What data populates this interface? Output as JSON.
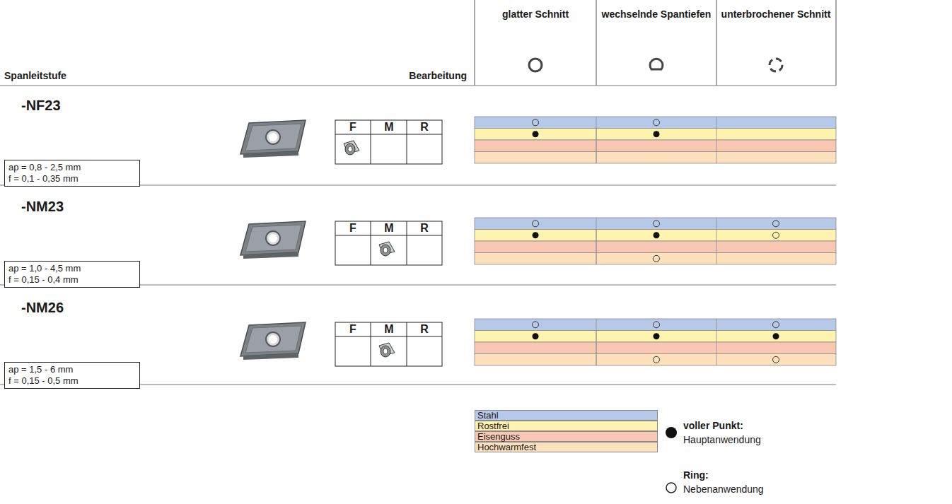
{
  "diagram": {
    "nodes": [
      {
        "text": [
          "ap = 0,8 - 2,5 mm",
          "f = 0,1 - 0,35 mm"
        ]
      },
      {
        "text": [
          "ap = 1,0 - 4,5 mm",
          "f = 0,15 - 0,4 mm"
        ]
      },
      {
        "text": [
          "ap = 1,5 - 6 mm",
          "f = 0,15 - 0,5 mm"
        ]
      }
    ],
    "labels": [
      "Spanleitstufe",
      "Bearbeitung",
      "glatter Schnitt",
      "wechselnde Spantiefen",
      "unterbrochener Schnitt",
      "-NF23",
      "F",
      "M",
      "R",
      "-NM23",
      "F",
      "M",
      "R",
      "-NM26",
      "F",
      "M",
      "R",
      "Hauptanwendung",
      "Nebenanwendung"
    ],
    "legend": [
      {
        "text": "Stahl",
        "color": "#b7c9e9"
      },
      {
        "text": "Rostfrei",
        "color": "#fff3b0"
      },
      {
        "text": "Eisenguss",
        "color": "#f9c8b5"
      },
      {
        "text": "Hochwarmfest",
        "color": "#fde1bd"
      },
      {
        "text": "voller Punkt:"
      },
      {
        "text": "Ring:"
      }
    ]
  }
}
